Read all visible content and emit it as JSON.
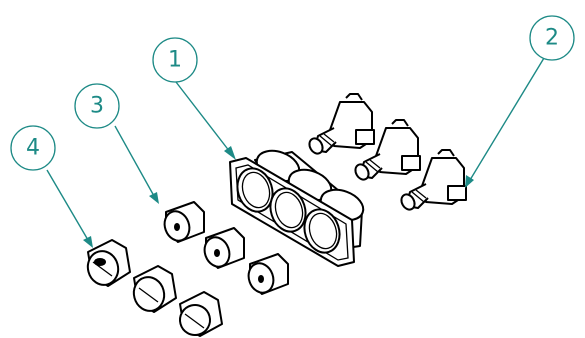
{
  "colors": {
    "callout": "#1d8a86",
    "line": "#000000",
    "background": "#ffffff"
  },
  "callouts": [
    {
      "id": "1",
      "label": "1"
    },
    {
      "id": "2",
      "label": "2"
    },
    {
      "id": "3",
      "label": "3"
    },
    {
      "id": "4",
      "label": "4"
    }
  ]
}
